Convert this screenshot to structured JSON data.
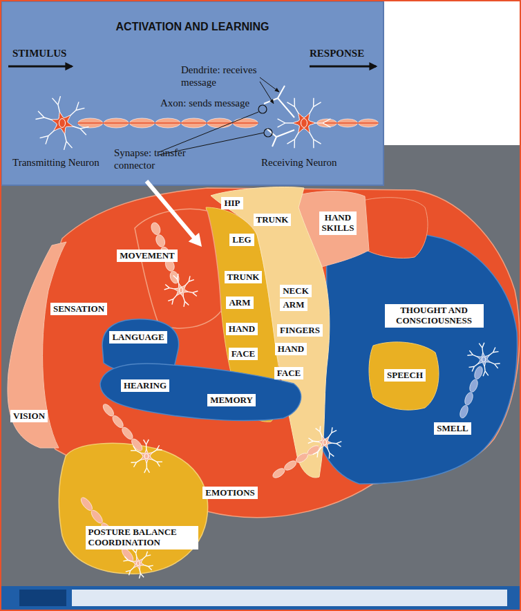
{
  "diagram": {
    "nodes": [
      {
        "text": [
          "ACTIVATION AND LEARNING"
        ]
      },
      {
        "text": [
          "HIP"
        ]
      },
      {
        "text": [
          "TRUNK"
        ]
      },
      {
        "text": [
          "HAND SKILLS"
        ]
      },
      {
        "text": [
          "MOVEMENT"
        ]
      },
      {
        "text": [
          "LEG"
        ]
      },
      {
        "text": [
          "SENSATION"
        ]
      },
      {
        "text": [
          "TRUNK"
        ]
      },
      {
        "text": [
          "NECK"
        ]
      },
      {
        "text": [
          "ARM"
        ]
      },
      {
        "text": [
          "ARM"
        ]
      },
      {
        "text": [
          "THOUGHT AND CONSCIOUSNESS"
        ]
      },
      {
        "text": [
          "HAND"
        ]
      },
      {
        "text": [
          "FINGERS"
        ]
      },
      {
        "text": [
          "LANGUAGE"
        ]
      },
      {
        "text": [
          "HAND"
        ]
      },
      {
        "text": [
          "FACE"
        ]
      },
      {
        "text": [
          "FACE"
        ]
      },
      {
        "text": [
          "SPEECH"
        ]
      },
      {
        "text": [
          "HEARING"
        ]
      },
      {
        "text": [
          "MEMORY"
        ]
      },
      {
        "text": [
          "VISION"
        ]
      },
      {
        "text": [
          "SMELL"
        ]
      },
      {
        "text": [
          "EMOTIONS"
        ]
      },
      {
        "text": [
          "POSTURE BALANCE COORDINATION"
        ]
      }
    ],
    "labels": [
      "STIMULUS",
      "RESPONSE",
      "Dendrite: receives message",
      "Axon: sends message",
      "Synapse: transfer connector",
      "Transmitting Neuron",
      "Receiving Neuron"
    ]
  }
}
